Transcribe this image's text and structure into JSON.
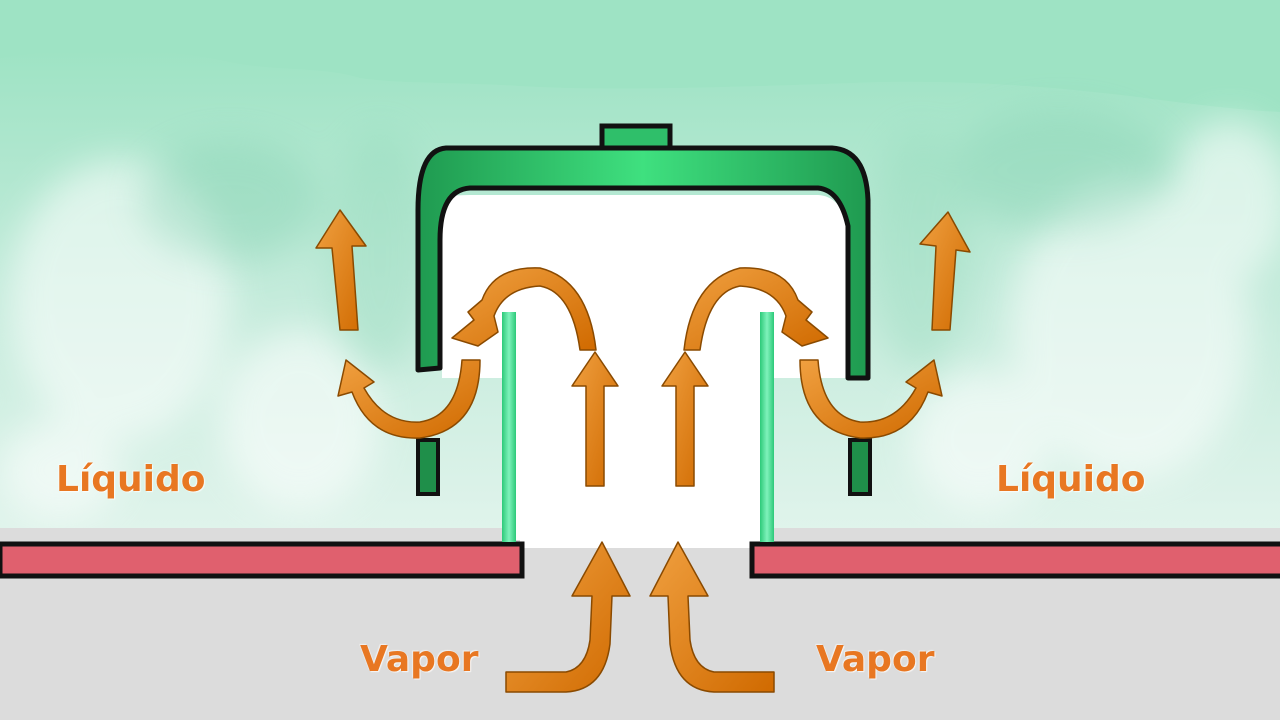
{
  "labels": {
    "liquid_left": "Líquido",
    "liquid_right": "Líquido",
    "vapor_left": "Vapor",
    "vapor_right": "Vapor"
  },
  "colors": {
    "liquid_dark": "#9ee3c4",
    "liquid_light": "#cdeee0",
    "cap_green": "#2fbf6a",
    "riser_green": "#4fe29a",
    "tray_red": "#e0606e",
    "vapor_gray": "#dcdcdc",
    "arrow_orange": "#e07a10",
    "label_orange": "#e87722",
    "outline": "#111111"
  }
}
